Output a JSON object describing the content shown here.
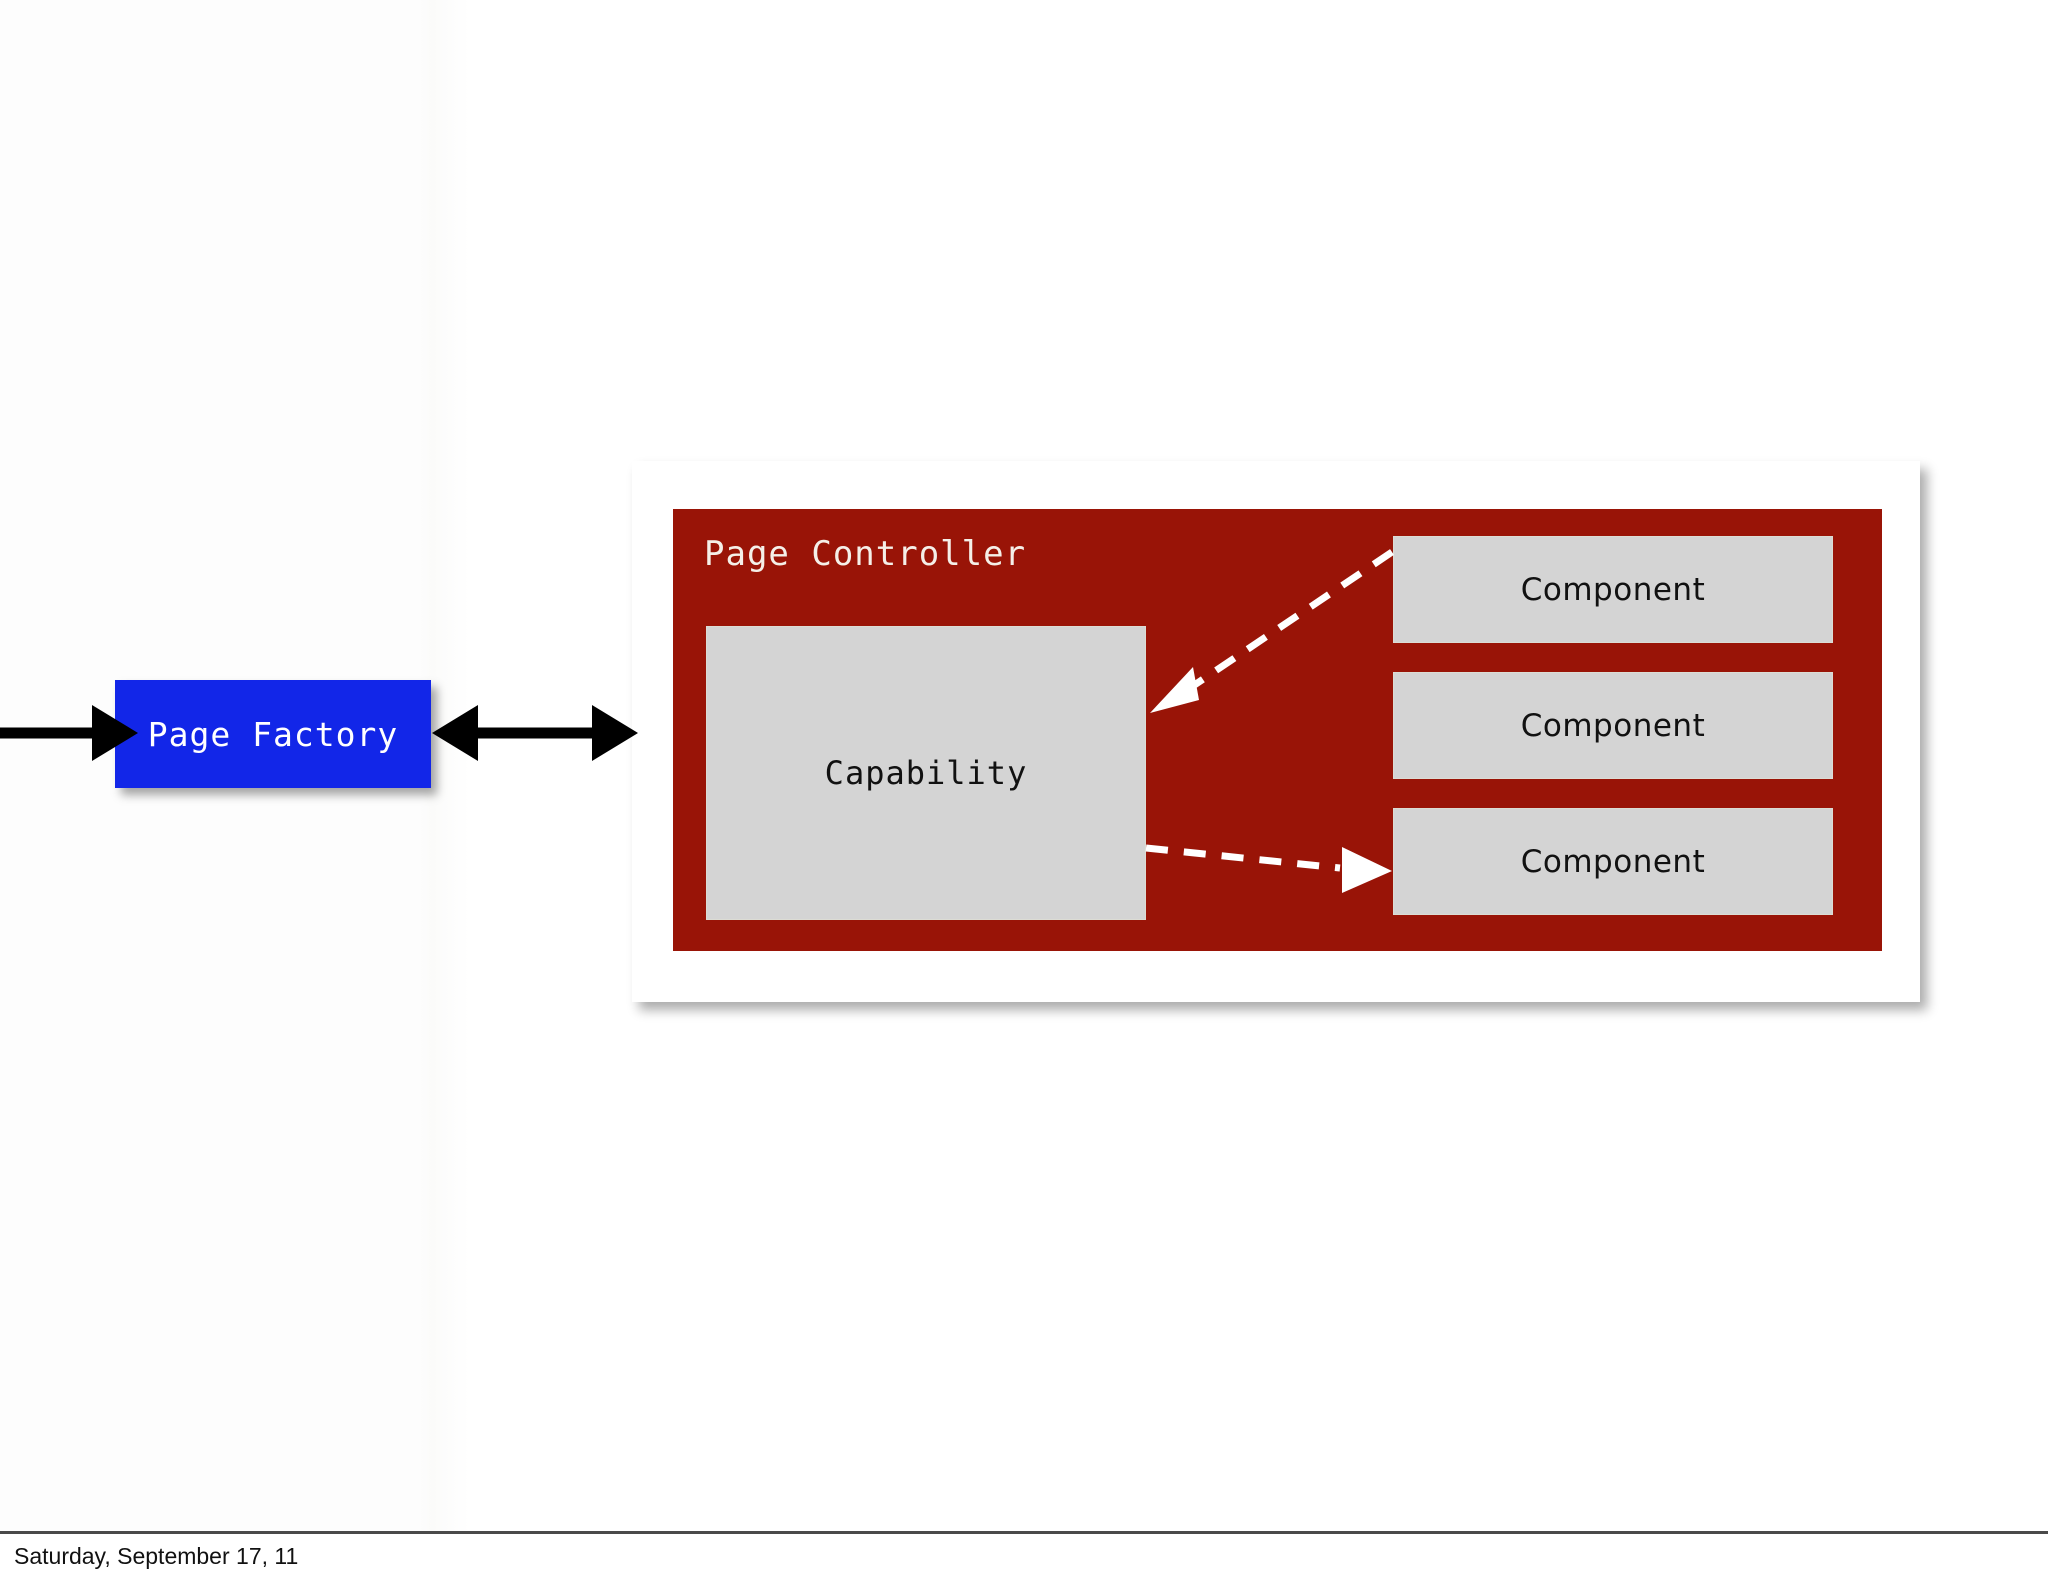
{
  "slide": {
    "background_color": "#ffffff",
    "footer": {
      "date_text": "Saturday, September 17, 11",
      "rule_color": "#4a4a4a"
    }
  },
  "diagram": {
    "type": "block-diagram",
    "page_factory": {
      "label": "Page Factory",
      "fill_color": "#1226e8",
      "text_color": "#ffffff"
    },
    "page_controller": {
      "title": "Page Controller",
      "fill_color": "#991407",
      "title_color": "#f5efe8",
      "panel_color": "#ffffff"
    },
    "capability": {
      "label": "Capability",
      "fill_color": "#d4d4d4",
      "text_color": "#111111"
    },
    "components": [
      {
        "label": "Component"
      },
      {
        "label": "Component"
      },
      {
        "label": "Component"
      }
    ],
    "connectors": [
      {
        "name": "inbound-arrow",
        "style": "solid",
        "color": "#000000",
        "heads": "right"
      },
      {
        "name": "factory-controller-arrow",
        "style": "solid",
        "color": "#000000",
        "heads": "both"
      },
      {
        "name": "component1-to-capability-arrow",
        "style": "dashed",
        "color": "#ffffff",
        "heads": "left"
      },
      {
        "name": "capability-to-component3-arrow",
        "style": "dashed",
        "color": "#ffffff",
        "heads": "right"
      }
    ]
  }
}
